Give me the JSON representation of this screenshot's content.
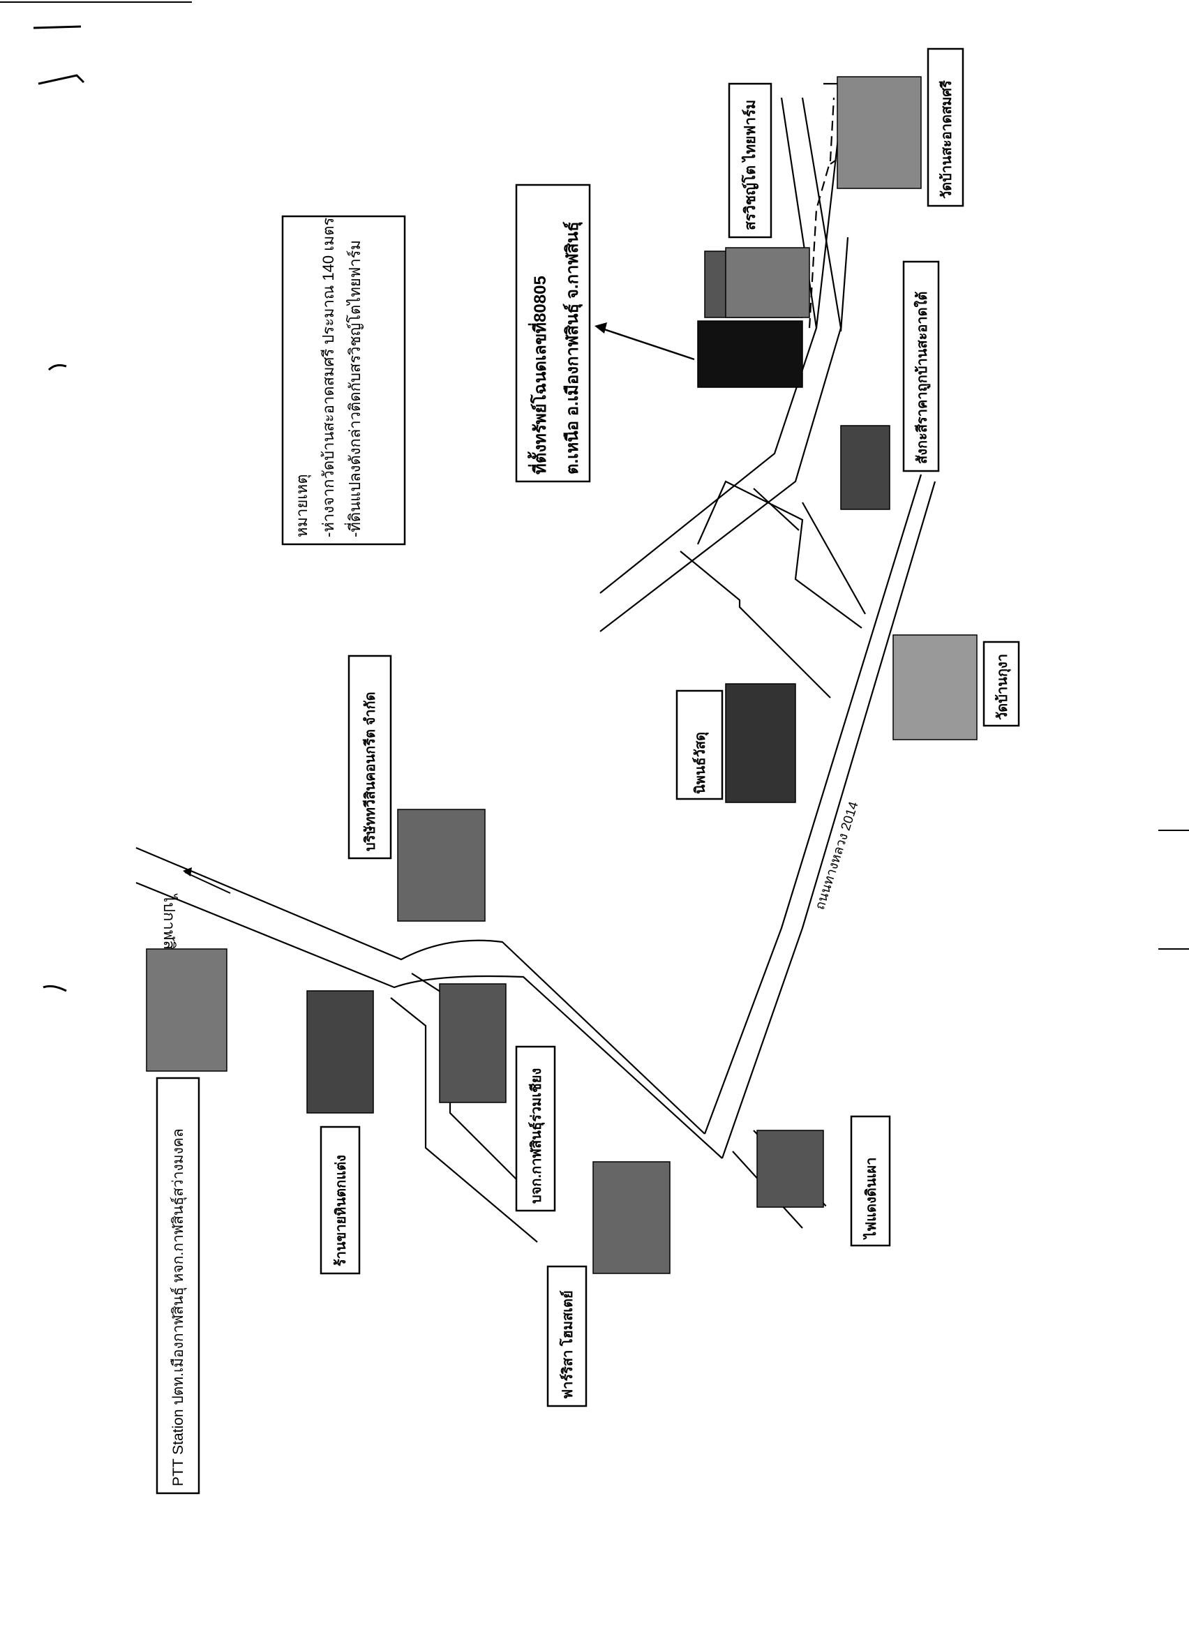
{
  "note": {
    "title": "หมายเหตุ",
    "line1": "-ห่างจากวัดบ้านสะอาดสมศรี ประมาณ 140 เมตร",
    "line2": "-ที่ดินแปลงดังกล่าวติดกับสรวิชญ์โตไทยฟาร์ม"
  },
  "property": {
    "line1": "ที่ตั้งทรัพย์โฉนดเลขที่80805",
    "line2": "ต.เหนือ อ.เมืองกาฬสินธุ์ จ.กาฬสินธุ์"
  },
  "landmarks": {
    "farm": "สรวิชญ์โต ไทยฟาร์ม",
    "temple_sa_at": "วัดบ้านสะอาดสมศรี",
    "cooperative": "สังกะสีราคาถูกบ้านสะอาดใต้",
    "concrete_company": "บริษัททวีสินคอนกรีต จำกัด",
    "homepro": "นิพนธ์วัสดุ",
    "temple_kung_a": "วัดบ้านกุงา",
    "ptt": "PTT Station ปตท.เมืองกาฬสินธุ์ หจก.กาฬสินธุ์สว่างมงคล",
    "stone_shop": "ร้านขายหินตกแต่ง",
    "bank": "บจก.กาฬสินธุ์ร่วมเชียง",
    "hotel": "ฟาร์ริสา โฮมสเตย์",
    "traffic_light": "ไฟแดงดินเผา"
  },
  "roads": {
    "highway": "ถนนทางหลวง 2014",
    "direction": "ไปกาฬสินธุ์"
  },
  "icons": [
    "photo-thumbnail",
    "arrow-icon"
  ]
}
